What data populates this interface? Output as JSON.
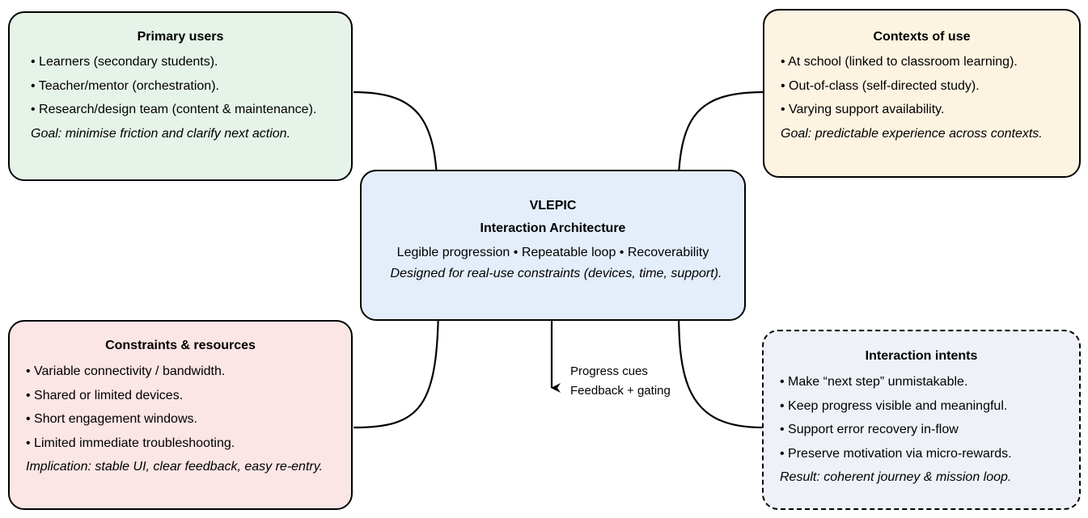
{
  "primary_users": {
    "title": "Primary users",
    "items": [
      "• Learners (secondary students).",
      "• Teacher/mentor (orchestration).",
      "• Research/design team (content & maintenance)."
    ],
    "note": "Goal: minimise friction and clarify next action."
  },
  "contexts_of_use": {
    "title": "Contexts of use",
    "items": [
      "• At school (linked to classroom learning).",
      "• Out-of-class (self-directed study).",
      "• Varying support availability."
    ],
    "note": "Goal: predictable experience across contexts."
  },
  "center": {
    "title_line1": "VLEPIC",
    "title_line2": "Interaction Architecture",
    "subtitle": "Legible progression • Repeatable loop • Recoverability",
    "note": "Designed for real-use constraints (devices, time, support)."
  },
  "constraints": {
    "title": "Constraints & resources",
    "items": [
      "• Variable connectivity / bandwidth.",
      "• Shared or limited devices.",
      "• Short engagement windows.",
      "• Limited immediate troubleshooting."
    ],
    "note": "Implication: stable UI, clear feedback, easy re-entry."
  },
  "intents": {
    "title": "Interaction intents",
    "items": [
      "• Make “next step” unmistakable.",
      "• Keep progress visible and meaningful.",
      "• Support error recovery in-flow",
      "• Preserve motivation via micro-rewards."
    ],
    "note": "Result: coherent journey & mission loop."
  },
  "flow_labels": {
    "line1": "Progress cues",
    "line2": "Feedback + gating"
  },
  "colors": {
    "users_fill": "#e6f3e9",
    "contexts_fill": "#fcf4e1",
    "center_fill": "#e4eefb",
    "constraints_fill": "#fbe5e5",
    "intents_fill": "#eef2f8",
    "stroke": "#000000"
  }
}
